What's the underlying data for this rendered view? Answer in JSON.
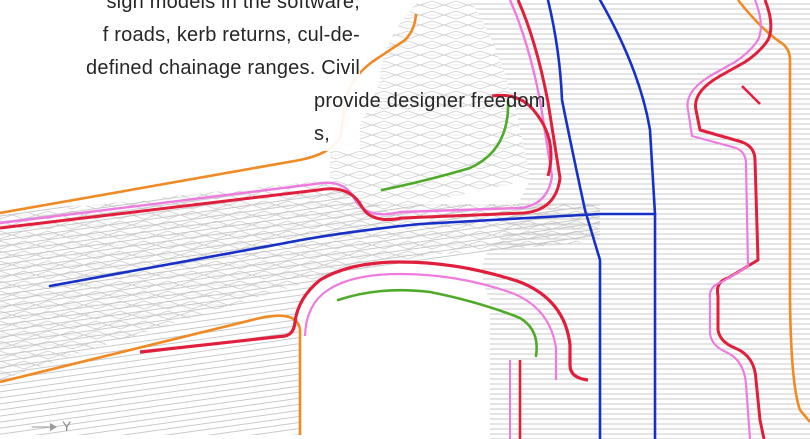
{
  "description_text": {
    "lines": [
      "sign models in the software,",
      "f roads, kerb returns, cul-de-",
      "defined chainage ranges.  Civil",
      "provide designer freedom",
      "s,"
    ]
  },
  "axis_indicator": {
    "label": "Y"
  },
  "colors": {
    "hatch": "#b9b9b9",
    "orange_boundary": "#f08a24",
    "red_kerb": "#e01f3d",
    "magenta_kerb": "#ee7be0",
    "centerline_blue": "#1730c8",
    "green_return": "#4faa2a"
  }
}
